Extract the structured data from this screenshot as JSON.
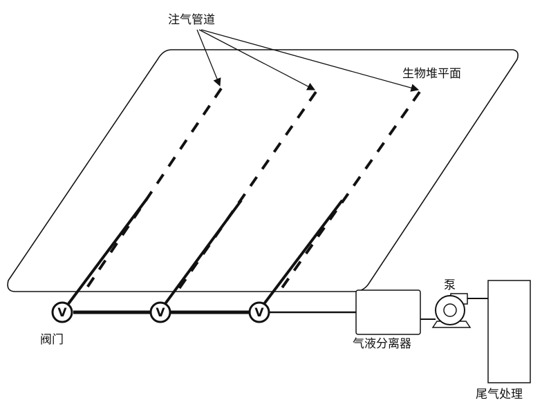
{
  "labels": {
    "injection_pipe": "注气管道",
    "pile_surface": "生物堆平面",
    "valve": "阀门",
    "separator": "气液分离器",
    "pump": "泵",
    "exhaust_treatment": "尾气处理",
    "valve_symbol": "V"
  }
}
